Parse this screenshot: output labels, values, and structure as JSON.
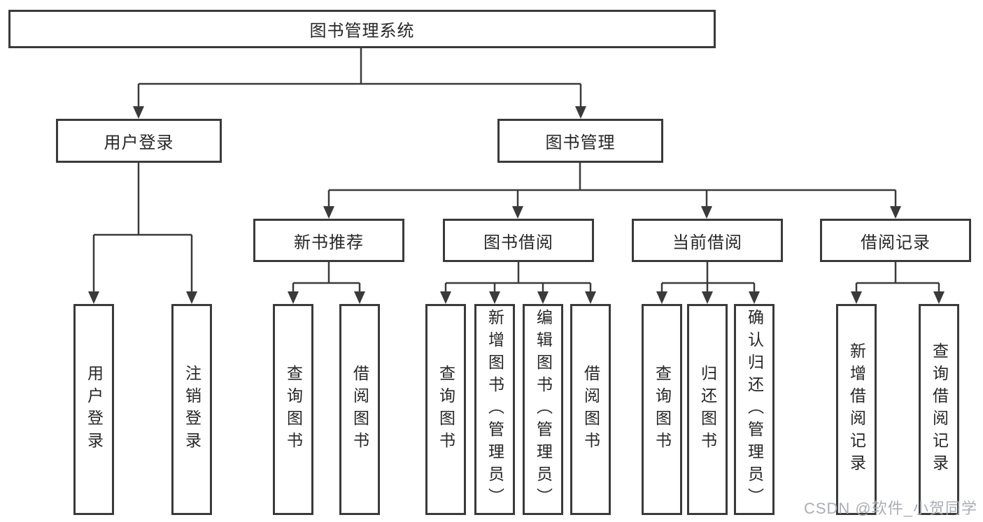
{
  "diagram": {
    "root": "图书管理系统",
    "branches": [
      {
        "label": "用户登录",
        "leaves": [
          "用户登录",
          "注销登录"
        ]
      },
      {
        "label": "图书管理",
        "children": [
          {
            "label": "新书推荐",
            "leaves": [
              "查询图书",
              "借阅图书"
            ]
          },
          {
            "label": "图书借阅",
            "leaves": [
              "查询图书",
              "新增图书（管理员）",
              "编辑图书（管理员）",
              "借阅图书"
            ]
          },
          {
            "label": "当前借阅",
            "leaves": [
              "查询图书",
              "归还图书",
              "确认归还（管理员）"
            ]
          },
          {
            "label": "借阅记录",
            "leaves": [
              "新增借阅记录",
              "查询借阅记录"
            ]
          }
        ]
      }
    ]
  },
  "watermark": "CSDN @软件_小贺同学",
  "colors": {
    "line": "#3a3a3a",
    "text": "#262626",
    "watermark": "#a5aab0",
    "background": "#ffffff"
  }
}
